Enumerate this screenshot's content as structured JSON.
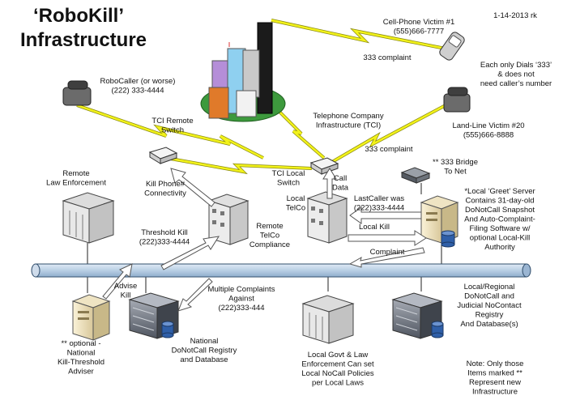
{
  "title": {
    "line1": "‘RoboKill’",
    "line2": "Infrastructure"
  },
  "date_note": "1-14-2013 rk",
  "labels": {
    "cell_victim": [
      "Cell-Phone Victim #1",
      "(555)666-7777"
    ],
    "complaint_cell": [
      "333 complaint"
    ],
    "dial_note": [
      "Each only Dials ‘333’",
      "& does not",
      "need caller’s number"
    ],
    "robocaller": [
      "RoboCaller (or worse)",
      "(222) 333-4444"
    ],
    "tci_remote_switch": [
      "TCI Remote",
      "Switch"
    ],
    "telco_infra": [
      "Telephone Company",
      "Infrastructure (TCI)"
    ],
    "landline_victim": [
      "Land-Line Victim #20",
      "(555)666-8888"
    ],
    "complaint_land": [
      "333 complaint"
    ],
    "bridge": [
      "** 333 Bridge",
      "To Net"
    ],
    "remote_law": [
      "Remote",
      "Law Enforcement"
    ],
    "kill_phone": [
      "Kill Phone#",
      "Connectivity"
    ],
    "tci_local_switch": [
      "TCI Local",
      "Switch"
    ],
    "call_data": [
      "Call",
      "Data"
    ],
    "local_telco": [
      "Local",
      "TelCo"
    ],
    "last_caller": [
      "LastCaller was",
      "(222)333-4444"
    ],
    "greet_server": [
      "*Local ‘Greet’ Server",
      "Contains 31-day-old",
      "DoNotCall Snapshot",
      "And Auto-Complaint-",
      "Filing Software w/",
      "optional Local-Kill",
      "Authority"
    ],
    "threshold_kill": [
      "Threshold Kill",
      "(222)333-4444"
    ],
    "remote_telco": [
      "Remote",
      "TelCo",
      "Compliance"
    ],
    "local_kill": [
      "Local Kill"
    ],
    "complaint_bus": [
      "Complaint"
    ],
    "advise_kill": [
      "Advise",
      "Kill"
    ],
    "multiple_complaints": [
      "Multiple Complaints",
      "Against",
      "(222)333-444"
    ],
    "regional_dnc": [
      "Local/Regional",
      "DoNotCall and",
      "Judicial NoContact",
      "Registry",
      "And Database(s)"
    ],
    "optional_adviser": [
      "** optional -",
      "National",
      "Kill-Threshold",
      "Adviser"
    ],
    "national_dnc": [
      "National",
      "DoNotCall Registry",
      "and Database"
    ],
    "local_govt": [
      "Local Govt & Law",
      "Enforcement Can set",
      "Local NoCall Policies",
      "per Local Laws"
    ],
    "note": [
      "Note: Only those",
      "Items marked **",
      "Represent new",
      "Infrastructure"
    ]
  },
  "colors": {
    "bus_fill": "#b9cfe4",
    "bus_stroke": "#33506e",
    "lightning": "#f2f21a",
    "lightning_stroke": "#8a8a10",
    "arrow_fill": "#ffffff",
    "arrow_stroke": "#555555"
  },
  "icons": [
    "city-icon",
    "cell-phone-icon",
    "desk-phone-icon",
    "switch-icon",
    "office-building-icon",
    "courthouse-icon",
    "server-tower-icon",
    "rack-server-icon",
    "modem-icon",
    "database-icon"
  ]
}
